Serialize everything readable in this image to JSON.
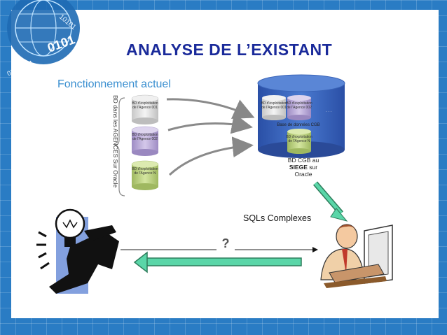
{
  "slide": {
    "title": "ANALYSE DE L’EXISTANT",
    "subtitle": "Fonctionnement actuel"
  },
  "agencies": {
    "vertical_label": "BD dans les AGENCES Sur Oracle",
    "databases": [
      {
        "label": "BD d'exploitation de l'Agence 001"
      },
      {
        "label": "BD d'exploitation de l'Agence 002"
      },
      {
        "label": "BD d'exploitation de l'Agence N"
      }
    ]
  },
  "siege": {
    "base_label": "Base de données CGB",
    "inner_dbs": [
      {
        "label": "BD d'exploitation de l'Agence 001"
      },
      {
        "label": "BD d'exploitation de l'Agence 002"
      },
      {
        "label": "BD d'exploitation de l'Agence N"
      }
    ],
    "ellipsis": ". . .",
    "server_label_line1": "BD CGB au",
    "server_label_bold": "SIEGE",
    "server_label_line2": "sur",
    "server_label_line3": "Oracle"
  },
  "flow": {
    "sql_label": "SQLs Complexes",
    "question": "?"
  },
  "colors": {
    "background": "#2a7cc4",
    "title": "#1a2a9a",
    "subtitle": "#3a8fd0",
    "arrow_green": "#5ad6a8",
    "db_blue": "#3a64b8"
  }
}
